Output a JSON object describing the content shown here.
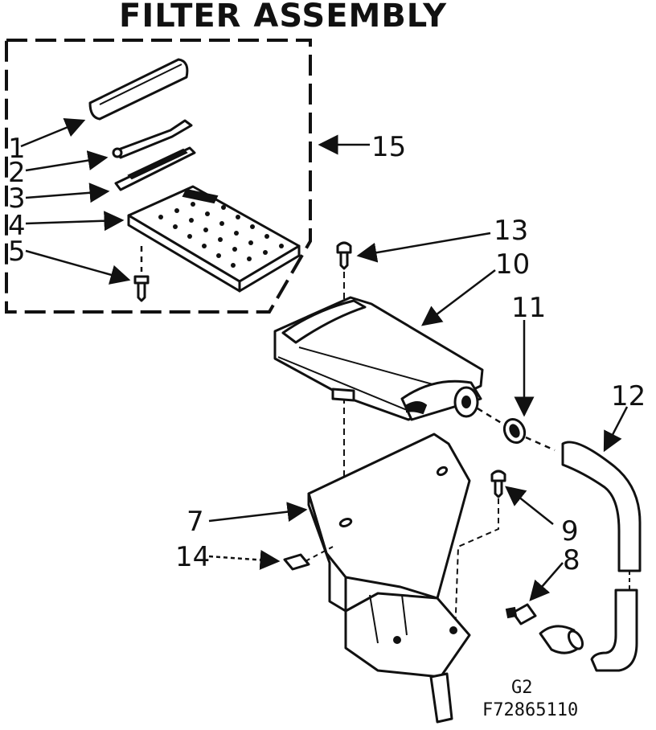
{
  "title": "FILTER ASSEMBLY",
  "callouts": {
    "c1": "1",
    "c2": "2",
    "c3": "3",
    "c4": "4",
    "c5": "5",
    "c7": "7",
    "c8": "8",
    "c9": "9",
    "c10": "10",
    "c11": "11",
    "c12": "12",
    "c13": "13",
    "c14": "14",
    "c15": "15"
  },
  "figure_code": "G2",
  "part_number": "F72865110"
}
